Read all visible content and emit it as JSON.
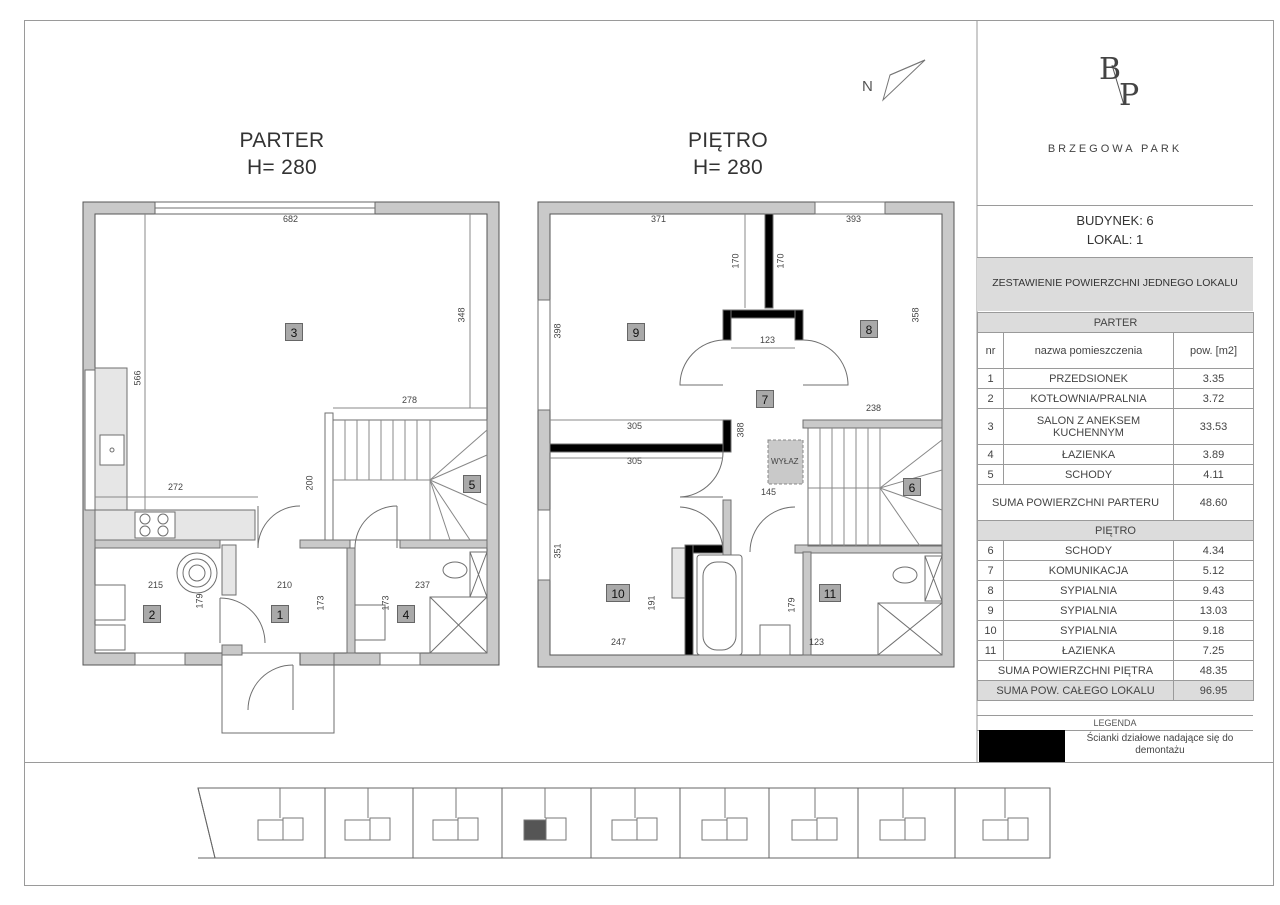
{
  "floors": {
    "parter": {
      "title": "PARTER",
      "height": "H= 280"
    },
    "pietro": {
      "title": "PIĘTRO",
      "height": "H= 280"
    }
  },
  "north": {
    "letter": "N"
  },
  "rooms_parter": [
    "3",
    "5",
    "2",
    "1",
    "4"
  ],
  "rooms_pietro": [
    "9",
    "8",
    "7",
    "6",
    "10",
    "11"
  ],
  "wylaz": "WYŁAZ",
  "dimensions": {
    "p_682": "682",
    "p_348": "348",
    "p_566": "566",
    "p_278": "278",
    "p_272": "272",
    "p_200": "200",
    "p_215": "215",
    "p_210": "210",
    "p_179": "179",
    "p_173a": "173",
    "p_237": "237",
    "p_173b": "173",
    "u_371": "371",
    "u_393": "393",
    "u_170a": "170",
    "u_170b": "170",
    "u_398": "398",
    "u_358": "358",
    "u_123": "123",
    "u_238": "238",
    "u_305a": "305",
    "u_305b": "305",
    "u_388": "388",
    "u_145": "145",
    "u_351": "351",
    "u_191": "191",
    "u_247": "247",
    "u_179": "179",
    "u_123b": "123"
  },
  "brand": {
    "monogram_top": "B",
    "monogram_bottom": "P",
    "name": "BRZEGOWA PARK"
  },
  "building": {
    "budynek": "BUDYNEK: 6",
    "lokal": "LOKAL: 1"
  },
  "summary_title": "ZESTAWIENIE POWIERZCHNI JEDNEGO LOKALU",
  "parter_header": "PARTER",
  "col_headers": {
    "nr": "nr",
    "name": "nazwa pomieszczenia",
    "area": "pow. [m2]"
  },
  "parter_rooms": [
    {
      "nr": "1",
      "name": "PRZEDSIONEK",
      "area": "3.35"
    },
    {
      "nr": "2",
      "name": "KOTŁOWNIA/PRALNIA",
      "area": "3.72"
    },
    {
      "nr": "3",
      "name": "SALON Z ANEKSEM KUCHENNYM",
      "area": "33.53"
    },
    {
      "nr": "4",
      "name": "ŁAZIENKA",
      "area": "3.89"
    },
    {
      "nr": "5",
      "name": "SCHODY",
      "area": "4.11"
    }
  ],
  "parter_sum": {
    "label": "SUMA POWIERZCHNI PARTERU",
    "area": "48.60"
  },
  "pietro_header": "PIĘTRO",
  "pietro_rooms": [
    {
      "nr": "6",
      "name": "SCHODY",
      "area": "4.34"
    },
    {
      "nr": "7",
      "name": "KOMUNIKACJA",
      "area": "5.12"
    },
    {
      "nr": "8",
      "name": "SYPIALNIA",
      "area": "9.43"
    },
    {
      "nr": "9",
      "name": "SYPIALNIA",
      "area": "13.03"
    },
    {
      "nr": "10",
      "name": "SYPIALNIA",
      "area": "9.18"
    },
    {
      "nr": "11",
      "name": "ŁAZIENKA",
      "area": "7.25"
    }
  ],
  "pietro_sum": {
    "label": "SUMA POWIERZCHNI PIĘTRA",
    "area": "48.35"
  },
  "total_sum": {
    "label": "SUMA POW. CAŁEGO LOKALU",
    "area": "96.95"
  },
  "legend": {
    "title": "LEGENDA",
    "text": "Ścianki działowe nadające się do demontażu"
  },
  "colors": {
    "wall": "#6f6f6f",
    "wall_fill": "#c9c9c9",
    "demolish": "#000000",
    "label_bg": "#a9a9a9",
    "table_header": "#dcdcdc",
    "highlight": "#555555"
  }
}
